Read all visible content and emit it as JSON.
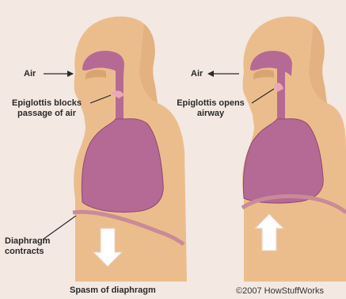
{
  "figure": {
    "left_panel": {
      "air_label": "Air",
      "epiglottis_label": [
        "Epiglottis blocks",
        "passage of air"
      ],
      "diaphragm_label": [
        "Diaphragm",
        "contracts"
      ]
    },
    "right_panel": {
      "air_label": "Air",
      "epiglottis_label": [
        "Epiglottis opens",
        "airway"
      ]
    },
    "caption": "Spasm of diaphragm",
    "credit": "©2007 HowStuffWorks"
  },
  "colors": {
    "background": "#f3e8e2",
    "skin": "#ecbd8c",
    "skin_shadow": "#d9a372",
    "organ": "#b56a95",
    "organ_dark": "#8e4a72",
    "diaphragm": "#c98a99",
    "arrow_fill": "#ffffff",
    "leader_line": "#2a2a2a"
  }
}
